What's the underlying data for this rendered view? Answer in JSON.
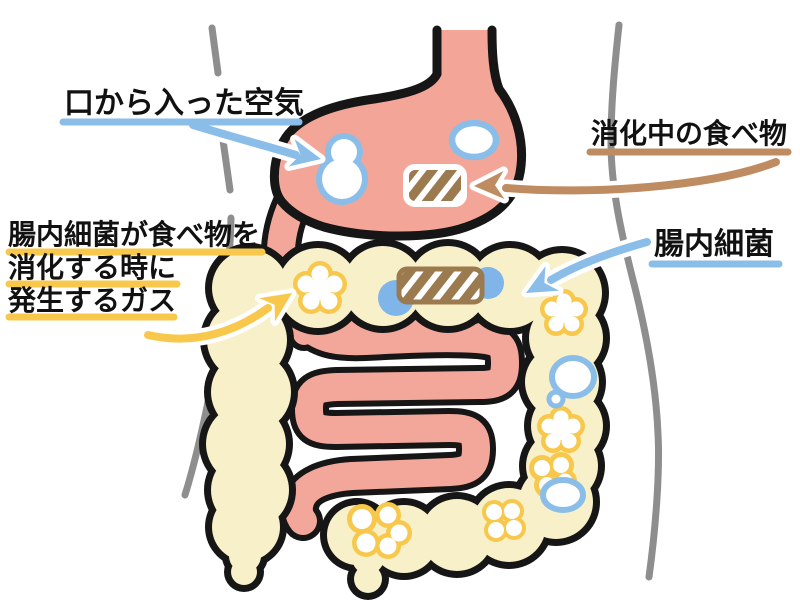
{
  "figure": {
    "kind": "digestive-system-gas-diagram",
    "colors": {
      "stomach_pink": "#F3A697",
      "intestine_pink": "#F2A79A",
      "colon_cream": "#F8F0C8",
      "outline_black": "#161616",
      "body_line_gray": "#8E8E8E",
      "air_blue": "#8BBDE9",
      "bacteria_blue": "#7FB5E8",
      "gas_yellow": "#F7C84B",
      "food_brown": "#9C7A4F",
      "food_arrow_brown": "#BE8C60",
      "bubble_white": "#FFFFFF"
    },
    "icons": [
      "air-bubble-icon",
      "gas-cloud-icon",
      "gas-flower-icon",
      "bacteria-dot-icon",
      "food-chunk-icon",
      "arrow-icon"
    ]
  },
  "annotations": {
    "air": {
      "label": "口から入った空気",
      "accent": "#8BBDE9"
    },
    "digesting_food": {
      "label": "消化中の食べ物",
      "accent": "#BE8C60"
    },
    "gas": {
      "label_lines": [
        "腸内細菌が食べ物を",
        "消化する時に",
        "発生するガス"
      ],
      "accent": "#F7C84B"
    },
    "gut_bacteria": {
      "label": "腸内細菌",
      "accent": "#8BBDE9"
    }
  }
}
